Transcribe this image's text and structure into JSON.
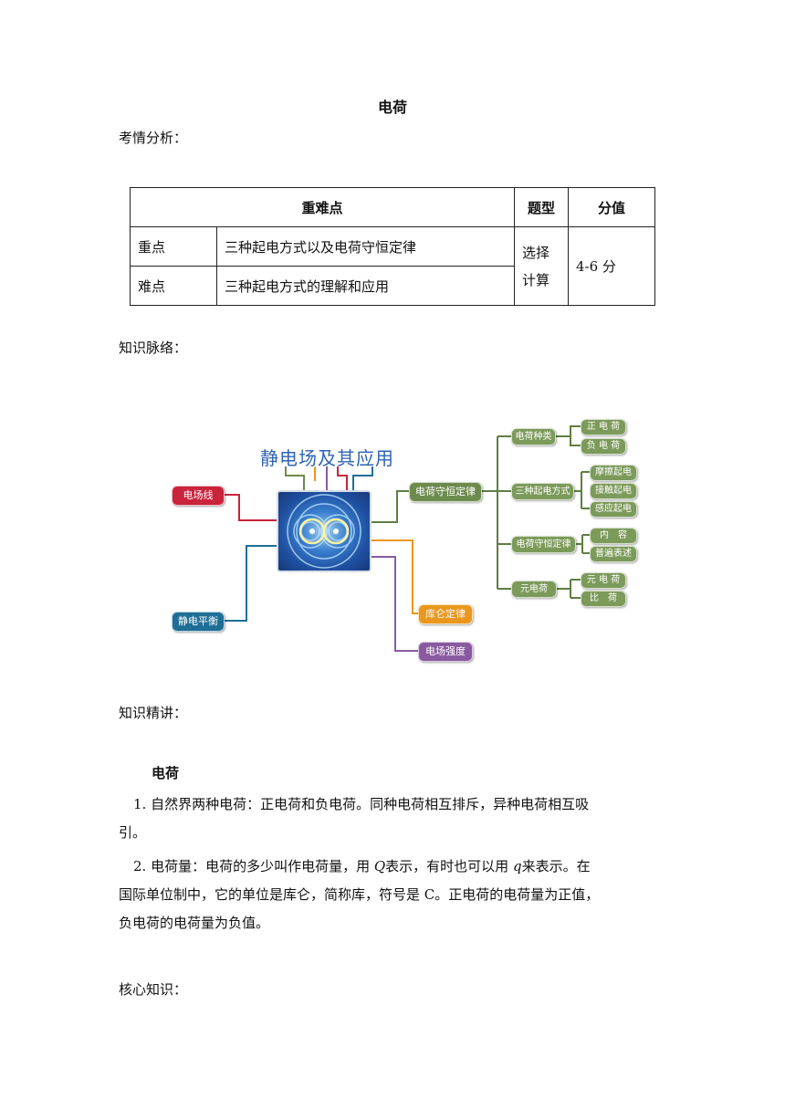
{
  "title": "电荷",
  "sections": {
    "analysis": "考情分析：",
    "context": "知识脉络：",
    "lecture": "知识精讲：",
    "core": "核心知识："
  },
  "table": {
    "headers": [
      "重难点",
      "题型",
      "分值"
    ],
    "rows": [
      {
        "label": "重点",
        "content": "三种起电方式以及电荷守恒定律"
      },
      {
        "label": "难点",
        "content": "三种起电方式的理解和应用"
      }
    ],
    "type_line1": "选择",
    "type_line2": "计算",
    "score": "4-6 分"
  },
  "mindmap": {
    "center_title": "静电场及其应用",
    "left": {
      "field_lines": "电场线",
      "equilibrium": "静电平衡"
    },
    "right": {
      "conservation": "电荷守恒定律",
      "coulomb": "库仑定律",
      "intensity": "电场强度"
    },
    "branches": {
      "kinds": "电荷种类",
      "methods": "三种起电方式",
      "law": "电荷守恒定律",
      "elementary": "元电荷"
    },
    "leaves": {
      "positive": "正 电 荷",
      "negative": "负 电 荷",
      "friction": "摩擦起电",
      "contact": "接触起电",
      "induction": "感应起电",
      "content": "内　容",
      "general": "普遍表述",
      "elem_charge": "元 电 荷",
      "ratio": "比　荷"
    },
    "colors": {
      "green": "#6e8b4e",
      "red": "#c8243c",
      "blue": "#1f6e96",
      "orange": "#e9971d",
      "purple": "#8a5aa0"
    }
  },
  "lecture_content": {
    "heading": "电荷",
    "p1_line1": "1. 自然界两种电荷：正电荷和负电荷。同种电荷相互排斥，异种电荷相互吸",
    "p1_line2": "引。",
    "p2_line1_a": "2. 电荷量：电荷的多少叫作电荷量，用 ",
    "p2_line1_sym1": "Q",
    "p2_line1_b": "表示，有时也可以用 ",
    "p2_line1_sym2": "q",
    "p2_line1_c": "来表示。在",
    "p2_line2": "国际单位制中，它的单位是库仑，简称库，符号是 C。正电荷的电荷量为正值，",
    "p2_line3": "负电荷的电荷量为负值。"
  }
}
